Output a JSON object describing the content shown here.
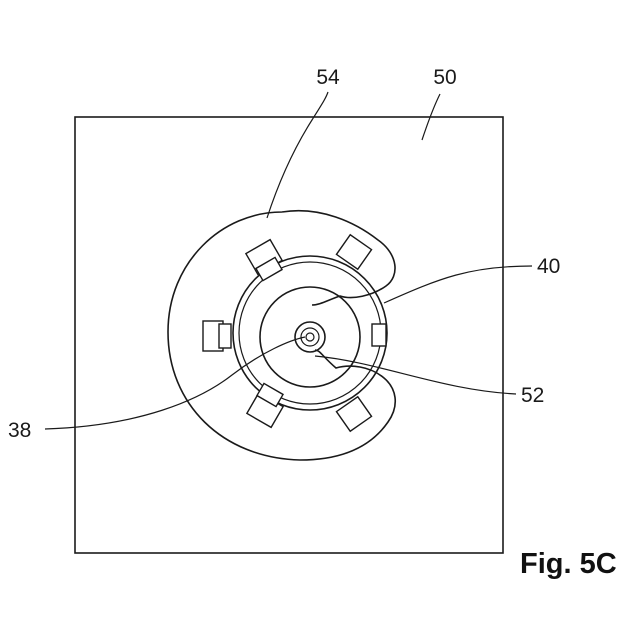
{
  "figure": {
    "caption": "Fig. 5C",
    "reference_numerals": {
      "housing": "50",
      "plate": "54",
      "ring": "40",
      "cam": "52",
      "shaft": "38"
    }
  }
}
